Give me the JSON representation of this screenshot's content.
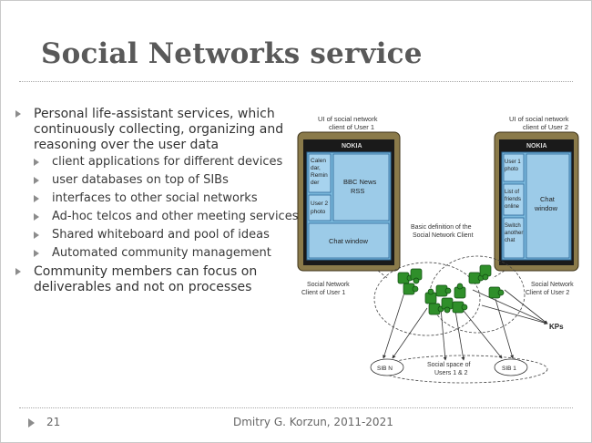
{
  "slide": {
    "title": "Social Networks service",
    "bullets": [
      {
        "level": 1,
        "text": "Personal life-assistant services, which continuously collecting, organizing and reasoning over the user data"
      },
      {
        "level": 2,
        "text": "client applications for different devices"
      },
      {
        "level": 2,
        "text": "user databases on top of SIBs"
      },
      {
        "level": 2,
        "text": "interfaces to other social networks"
      },
      {
        "level": 2,
        "text": "Ad-hoc telcos and other meeting services"
      },
      {
        "level": 2,
        "text": "Shared whiteboard and pool of ideas"
      },
      {
        "level": 2,
        "text": "Automated community management"
      },
      {
        "level": 1,
        "text": "Community members can focus on deliverables and not on processes"
      }
    ],
    "footer": {
      "page_number": "21",
      "author": "Dmitry G. Korzun, 2011-2021"
    }
  },
  "diagram": {
    "phone1": {
      "caption_line1": "UI of social network",
      "caption_line2": "client of User 1",
      "brand": "NOKIA",
      "tile_calendar": [
        "Calen",
        "dar,",
        "Remin",
        "der"
      ],
      "tile_photo": [
        "User 2",
        "photo"
      ],
      "tile_news": [
        "BBC News",
        "RSS"
      ],
      "tile_chat": "Chat window"
    },
    "phone2": {
      "caption_line1": "UI of social network",
      "caption_line2": "client of User 2",
      "brand": "NOKIA",
      "tile_photo": [
        "User 1",
        "photo"
      ],
      "tile_friends": [
        "List of",
        "friends",
        "online"
      ],
      "tile_switch": [
        "Switch",
        "another",
        "chat"
      ],
      "tile_chat": [
        "Chat",
        "window"
      ]
    },
    "basic_definition": [
      "Basic definition of the",
      "Social Network Client"
    ],
    "client_user1": [
      "Social Network",
      "Client of User 1"
    ],
    "client_user2": [
      "Social Network",
      "Client of User 2"
    ],
    "kps_label": "KPs",
    "sib_n": "SIB N",
    "sib_1": "SIB 1",
    "social_space": [
      "Social space of",
      "Users 1 & 2"
    ]
  }
}
